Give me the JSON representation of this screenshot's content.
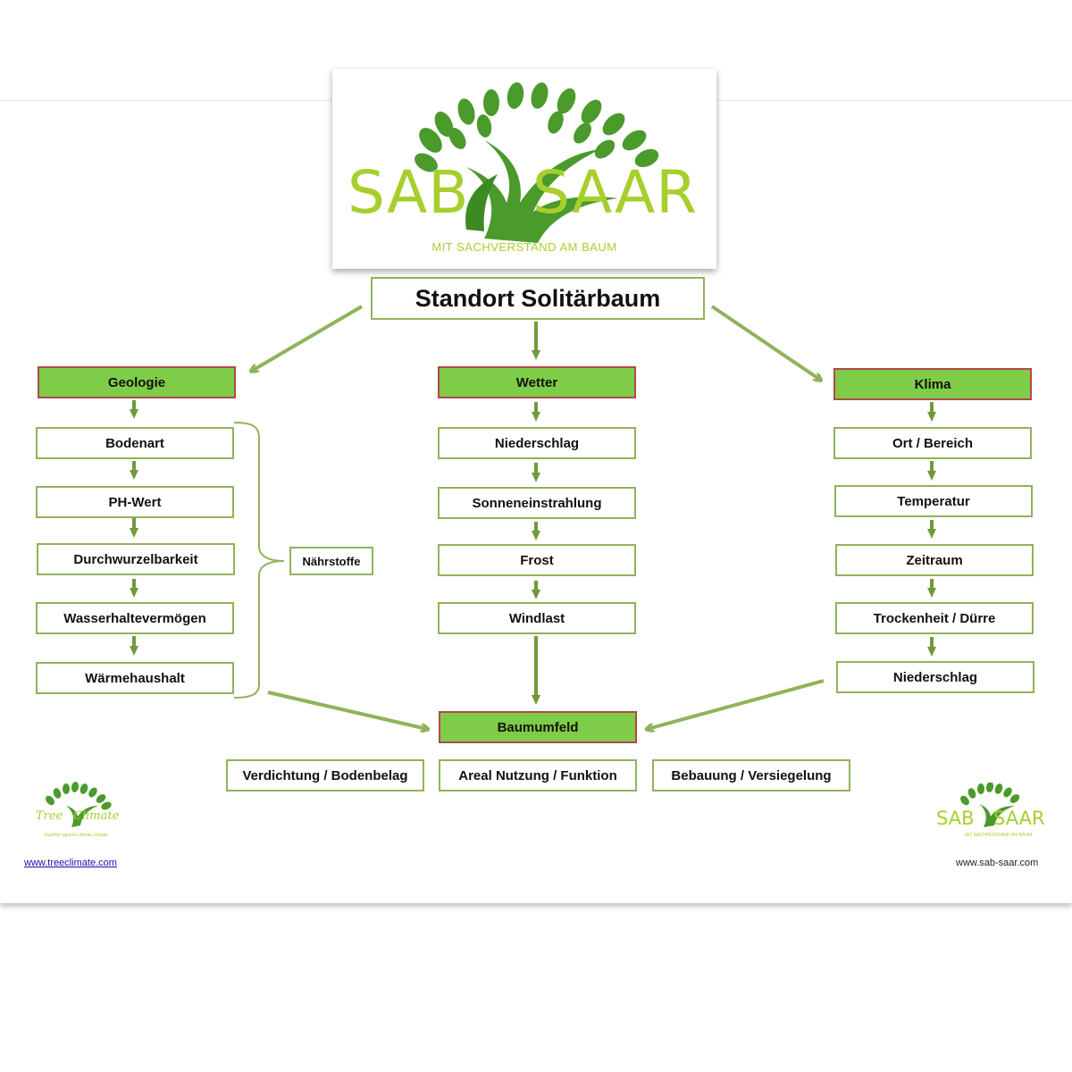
{
  "logo": {
    "left_word": "SAB",
    "right_word": "SAAR",
    "tagline": "MIT SACHVERSTAND AM BAUM"
  },
  "title": "Standort Solitärbaum",
  "columns": {
    "geologie": {
      "header": "Geologie",
      "items": [
        "Bodenart",
        "PH-Wert",
        "Durchwurzelbarkeit",
        "Wasserhaltevermögen",
        "Wärmehaushalt"
      ]
    },
    "wetter": {
      "header": "Wetter",
      "items": [
        "Niederschlag",
        "Sonneneinstrahlung",
        "Frost",
        "Windlast"
      ]
    },
    "klima": {
      "header": "Klima",
      "items": [
        "Ort / Bereich",
        "Temperatur",
        "Zeitraum",
        "Trockenheit / Dürre",
        "Niederschlag"
      ]
    }
  },
  "naehrstoffe": "Nährstoffe",
  "result": {
    "header": "Baumumfeld",
    "items": [
      "Verdichtung / Bodenbelag",
      "Areal Nutzung / Funktion",
      "Bebauung / Versiegelung"
    ]
  },
  "footer": {
    "treeclimate_left": "Tree",
    "treeclimate_right": "Climate",
    "treeclimate_tagline": "together against climate change",
    "small_logo_left": "SAB",
    "small_logo_right": "SAAR",
    "small_logo_tagline": "MIT SACHVERSTAND AM BAUM",
    "url_left": "www.treeclimate.com",
    "url_right": "www.sab-saar.com"
  },
  "colors": {
    "category_fill": "#7fcc48",
    "category_border": "#b04a4a",
    "box_border": "#8fb35a",
    "arrow": "#6f9a3a",
    "logo_green": "#a6cf2c",
    "tree_green": "#4a9a2c"
  }
}
